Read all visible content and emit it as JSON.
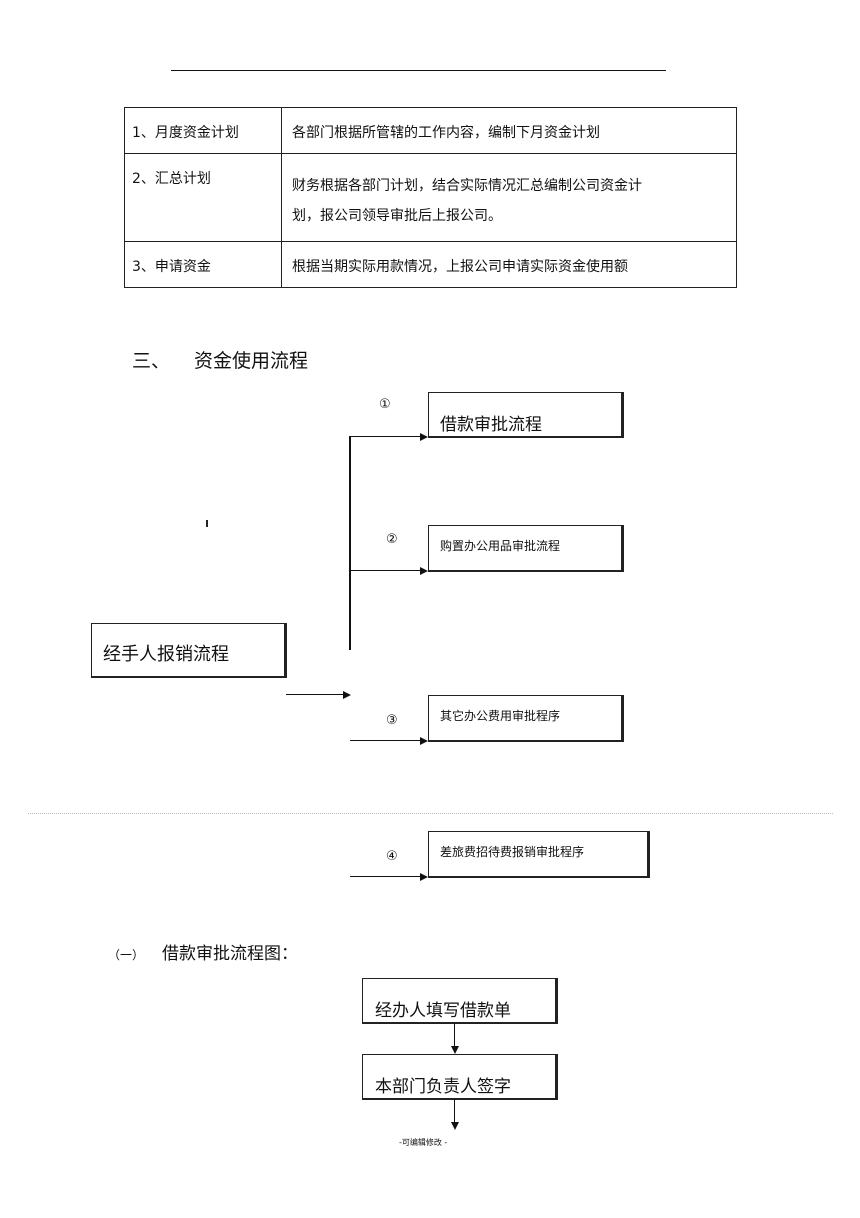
{
  "table": {
    "rows": [
      {
        "step": "1、月度资金计划",
        "desc_lines": [
          "各部门根据所管辖的工作内容，编制下月资金计划"
        ]
      },
      {
        "step": "2、汇总计划",
        "desc_lines": [
          "财务根据各部门计划，结合实际情况汇总编制公司资金计",
          "划，报公司领导审批后上报公司。"
        ]
      },
      {
        "step": "3、申请资金",
        "desc_lines": [
          "根据当期实际用款情况，上报公司申请实际资金使用额"
        ]
      }
    ]
  },
  "section3": {
    "num": "三、",
    "title": "资金使用流程"
  },
  "flow": {
    "source": "经手人报销流程",
    "branches": [
      {
        "marker": "①",
        "label": "借款审批流程"
      },
      {
        "marker": "②",
        "label": "购置办公用品审批流程"
      },
      {
        "marker": "③",
        "label": "其它办公费用审批程序"
      },
      {
        "marker": "④",
        "label": "差旅费招待费报销审批程序"
      }
    ]
  },
  "sub1": {
    "num": "（一）",
    "title": "借款审批流程图："
  },
  "loan_flow": [
    "经办人填写借款单",
    "本部门负责人签字"
  ],
  "footer": "-可编辑修改 -"
}
